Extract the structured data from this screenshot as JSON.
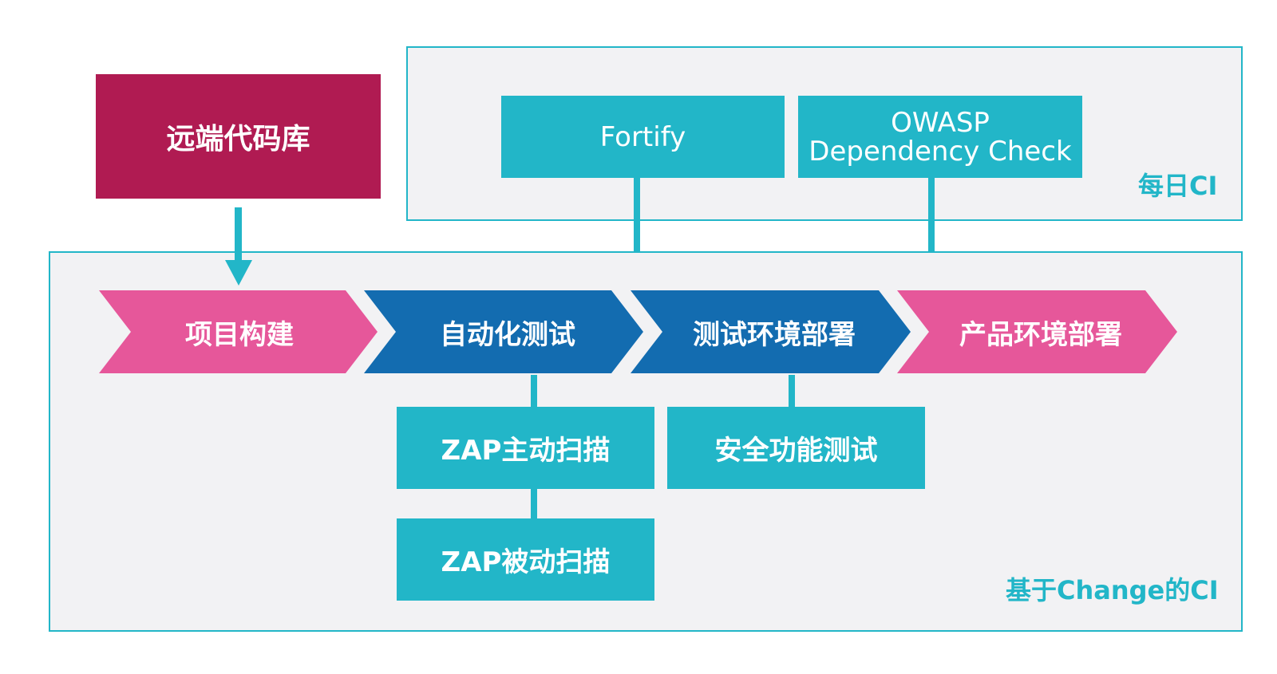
{
  "repo": {
    "label": "远端代码库"
  },
  "daily_ci": {
    "label": "每日CI",
    "tools": [
      {
        "label": "Fortify"
      },
      {
        "line1": "OWASP",
        "line2": "Dependency Check"
      }
    ]
  },
  "change_ci": {
    "label": "基于Change的CI",
    "stages": [
      {
        "label": "项目构建",
        "color": "#e6579a"
      },
      {
        "label": "自动化测试",
        "color": "#136cb0"
      },
      {
        "label": "测试环境部署",
        "color": "#136cb0"
      },
      {
        "label": "产品环境部署",
        "color": "#e6579a"
      }
    ],
    "tests": [
      {
        "label": "ZAP主动扫描"
      },
      {
        "label": "ZAP被动扫描"
      },
      {
        "label": "安全功能测试"
      }
    ]
  },
  "colors": {
    "accent": "#22b6c8",
    "repo": "#b01b52",
    "pink": "#e6579a",
    "blue": "#136cb0",
    "panel": "#f2f2f4"
  }
}
